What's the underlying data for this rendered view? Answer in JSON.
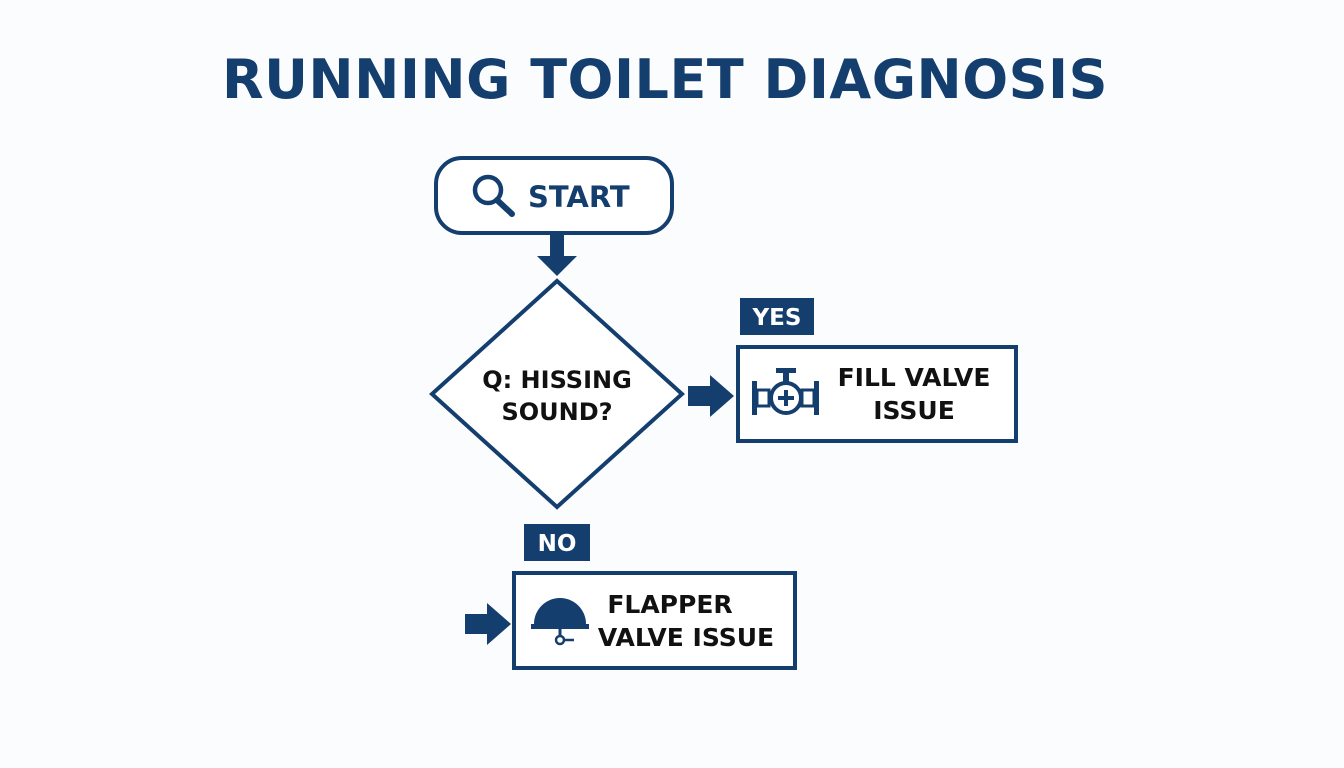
{
  "title": "RUNNING TOILET DIAGNOSIS",
  "colors": {
    "primary": "#143e6e",
    "text": "#111111",
    "background": "#fbfcfd"
  },
  "nodes": {
    "start": {
      "label": "START",
      "icon": "magnifier-icon"
    },
    "question": {
      "line1": "Q: HISSING",
      "line2": "SOUND?"
    },
    "fill_valve": {
      "line1": "FILL VALVE",
      "line2": "ISSUE",
      "icon": "valve-icon"
    },
    "flapper": {
      "line1": "FLAPPER",
      "line2": "VALVE ISSUE",
      "icon": "flapper-icon"
    }
  },
  "edges": {
    "yes_label": "YES",
    "no_label": "NO"
  }
}
